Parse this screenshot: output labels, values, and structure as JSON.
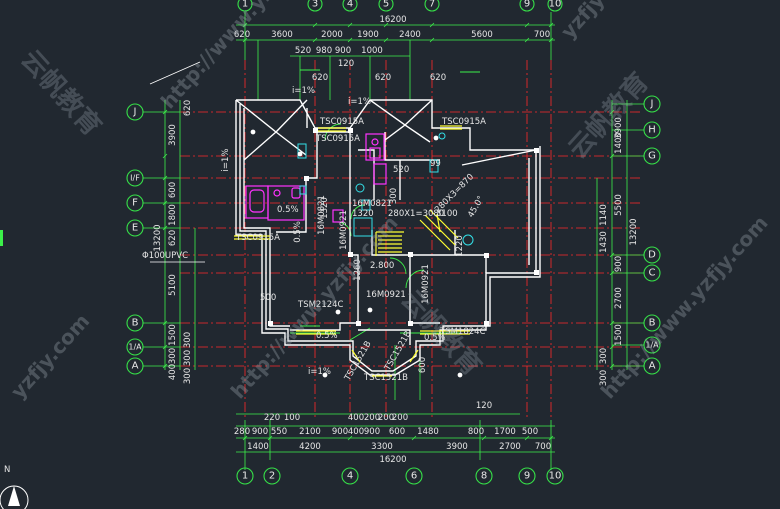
{
  "colors": {
    "background": "#212830",
    "wall": "#ffffff",
    "dimension_line": "#3cf04a",
    "axis_line": "#ff2a2a",
    "window": "#ffff33",
    "door": "#3cf04a",
    "fixture": "#ff33ff",
    "text": "#e6e6e6"
  },
  "axes": {
    "top": [
      "1",
      "3",
      "4",
      "5",
      "7",
      "9",
      "10"
    ],
    "bottom": [
      "1",
      "2",
      "4",
      "6",
      "8",
      "9",
      "10"
    ],
    "left": [
      "J",
      "I/F",
      "F",
      "E",
      "B",
      "1/A",
      "A"
    ],
    "right": [
      "J",
      "H",
      "G",
      "D",
      "C",
      "B",
      "1/A",
      "A"
    ]
  },
  "dimensions": {
    "top_total": "16200",
    "top_row1": [
      "620",
      "3600",
      "2000",
      "1900",
      "2400",
      "5600",
      "700"
    ],
    "top_row2": [
      "520",
      "980",
      "900",
      "1000"
    ],
    "top_row3": [
      "620",
      "120",
      "620",
      "620"
    ],
    "bottom_total": "16200",
    "bottom_row1": [
      "1400",
      "4200",
      "3300",
      "3900",
      "2700",
      "700"
    ],
    "bottom_row2": [
      "280",
      "900",
      "550",
      "2100",
      "900",
      "400",
      "900",
      "600",
      "1480",
      "800",
      "1700",
      "500"
    ],
    "bottom_row3": [
      "220",
      "100",
      "400",
      "200",
      "200",
      "120",
      "200"
    ],
    "left": [
      "3900",
      "600",
      "1800",
      "620",
      "13200",
      "5100",
      "1500",
      "300",
      "400"
    ],
    "left_inner": [
      "620",
      "300",
      "1320",
      "300",
      "300"
    ],
    "right": [
      "13200",
      "3900",
      "5500",
      "1400",
      "900",
      "2700",
      "1500",
      "300",
      "300",
      "1140",
      "1430"
    ],
    "interior": [
      "520",
      "99",
      "1320",
      "1260",
      "1220",
      "500",
      "600",
      "300"
    ]
  },
  "labels": {
    "tsc0915a_1": "TSC0915A",
    "tsc0915a_2": "TSC0915A",
    "tsc0915a_3": "TSC0915A",
    "tsc0915a_4": "TSC0915A",
    "m0821": "16M0821",
    "m0821_b": "16M0821",
    "m0921": "16M0921",
    "m0921_b": "16M0921",
    "m0921_c": "16M0921",
    "tsm2124c": "TSM2124C",
    "tsm1824c": "TSM1824C",
    "tsc1521b_1": "TSC1521B",
    "tsc1521b_2": "TSC1521B",
    "tsc1521b_3": "TSC1521B",
    "stair_1": "280X1=3080",
    "stair_2": "280X3=870",
    "angle": "45.0°",
    "elev": "2.800",
    "pvc": "Φ100UPVC",
    "slope_1": "i=1%",
    "slope_2": "i=1%",
    "slope_3": "i=1%",
    "slope_4": "i=1%",
    "pct_1": "0.5%",
    "pct_2": "0.5%",
    "pct_3": "0.5%",
    "pct_4": "0.5%",
    "north": "N",
    "note_1": "3100",
    "note_2": "1320"
  },
  "watermarks": [
    "云帆教育",
    "http://www.yzfjy.com",
    "yzfjy",
    "云帆教育",
    "http://www.yzfjy.com",
    "yzfjy.com",
    "云帆教育",
    "http://www.yzfjy.com"
  ]
}
